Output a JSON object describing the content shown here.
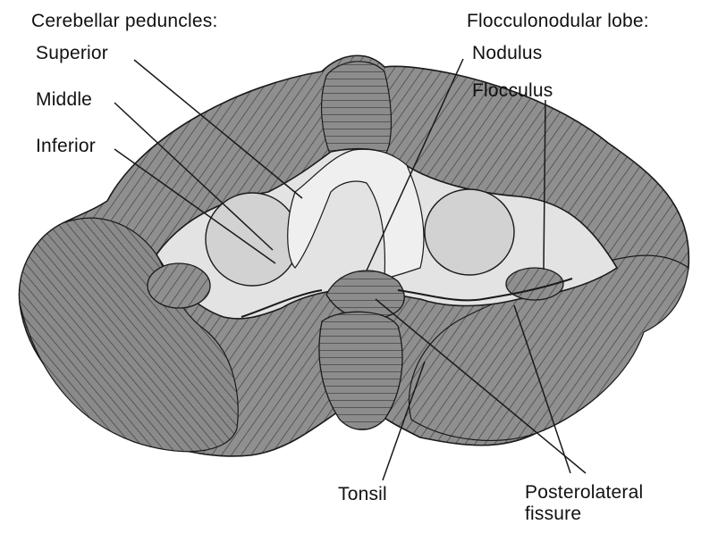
{
  "labels": {
    "cerebellar_peduncles": "Cerebellar peduncles:",
    "superior": "Superior",
    "middle": "Middle",
    "inferior": "Inferior",
    "flocculonodular_lobe": "Flocculonodular lobe:",
    "nodulus": "Nodulus",
    "flocculus": "Flocculus",
    "tonsil": "Tonsil",
    "posterolateral_line1": "Posterolateral",
    "posterolateral_line2": "fissure"
  },
  "colors": {
    "tissue": "#8f8f8f",
    "tissue_dark": "#6e6e6e",
    "peduncle": "#d9d9d9",
    "fourth_ventricle_floor": "#ececec",
    "line": "#1a1a1a"
  }
}
